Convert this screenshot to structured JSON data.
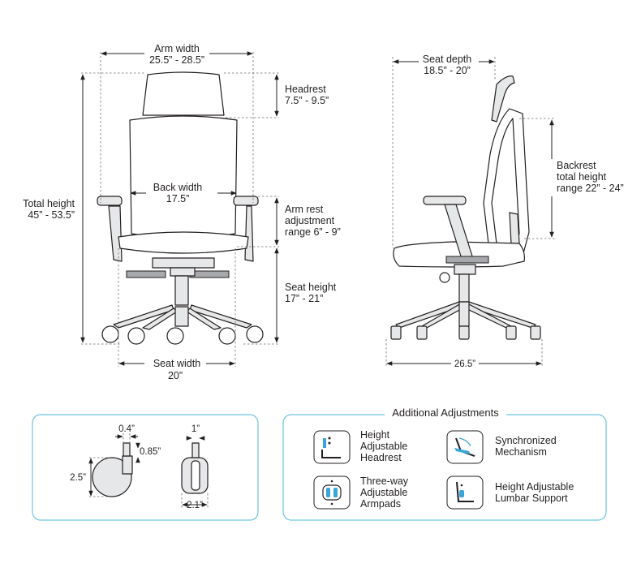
{
  "dimensions": {
    "arm_width": {
      "label": "Arm width",
      "value": "25.5” - 28.5”"
    },
    "headrest": {
      "label": "Headrest",
      "value": "7.5” - 9.5”"
    },
    "back_width": {
      "label": "Back width",
      "value": "17.5”"
    },
    "total_height": {
      "label": "Total height",
      "value": "45” - 53.5”"
    },
    "arm_rest": {
      "line1": "Arm rest",
      "line2": "adjustment",
      "line3": "range 6” - 9”"
    },
    "seat_height": {
      "label": "Seat height",
      "value": "17” - 21”"
    },
    "seat_width": {
      "label": "Seat width",
      "value": "20”"
    },
    "seat_depth": {
      "label": "Seat depth",
      "value": "18.5” - 20”"
    },
    "backrest": {
      "line1": "Backrest",
      "line2": "total height",
      "line3": "range 22” - 24”"
    },
    "base_depth": {
      "value": "26.5”"
    }
  },
  "caster": {
    "stem_width": "0.4”",
    "stem_height": "0.85”",
    "wheel_diameter": "2.5”",
    "top_width": "1”",
    "wheel_width": "2.1”"
  },
  "adjustments": {
    "title": "Additional Adjustments",
    "items": [
      {
        "icon": "headrest-icon",
        "line1": "Height",
        "line2": "Adjustable",
        "line3": "Headrest"
      },
      {
        "icon": "synchro-mechanism-icon",
        "line1": "Synchronized",
        "line2": "Mechanism",
        "line3": ""
      },
      {
        "icon": "armpads-icon",
        "line1": "Three-way",
        "line2": "Adjustable",
        "line3": "Armpads"
      },
      {
        "icon": "lumbar-icon",
        "line1": "Height Adjustable",
        "line2": "Lumbar Support",
        "line3": ""
      }
    ]
  },
  "colors": {
    "accent": "#6ec3e0",
    "icon_blue": "#3aa6d8",
    "ink": "#231f20"
  }
}
